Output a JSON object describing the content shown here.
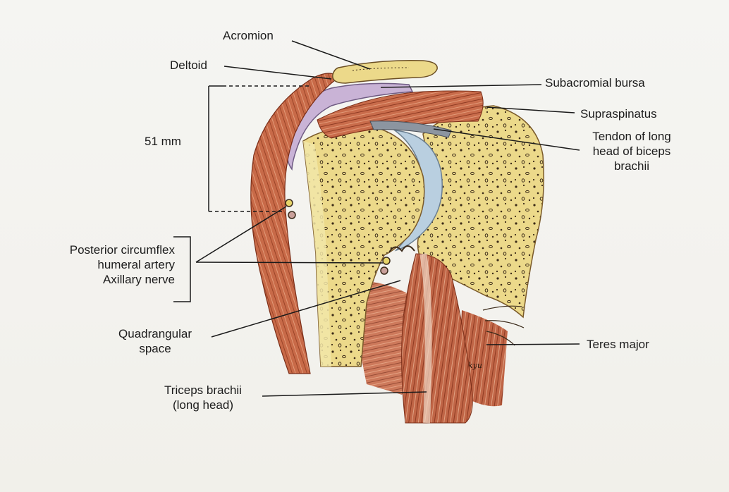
{
  "labels": {
    "acromion": "Acromion",
    "deltoid": "Deltoid",
    "measurement": "51 mm",
    "subacromial_bursa": "Subacromial bursa",
    "supraspinatus": "Supraspinatus",
    "biceps_line1": "Tendon of long",
    "biceps_line2": "head of biceps",
    "biceps_line3": "brachii",
    "pcha_line1": "Posterior circumflex",
    "pcha_line2": "humeral artery",
    "axillary_nerve": "Axillary nerve",
    "quad_line1": "Quadrangular",
    "quad_line2": "space",
    "teres_major": "Teres major",
    "triceps_line1": "Triceps brachii",
    "triceps_line2": "(long head)"
  },
  "colors": {
    "muscle": "#c86a48",
    "muscle_dark": "#8e3a22",
    "bone": "#ecd98a",
    "bone_speckle": "#3b2a18",
    "bursa": "#c9b3d6",
    "cartilage": "#b9cfe0",
    "leader": "#1a1a1a",
    "nerve": "#e6d46a"
  }
}
